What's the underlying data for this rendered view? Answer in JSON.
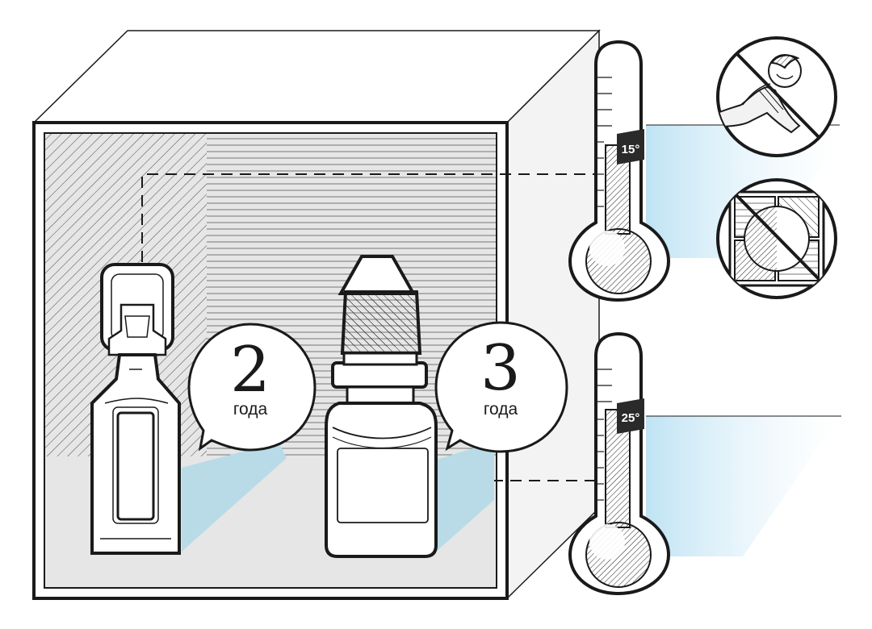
{
  "labels": {
    "ampoule_years": "2",
    "ampoule_unit": "года",
    "bottle_years": "3",
    "bottle_unit": "года",
    "temp_low": "15°",
    "temp_high": "25°"
  },
  "icons": {
    "no_children": "no-children-icon",
    "no_light": "no-sunlight-icon"
  },
  "colors": {
    "outline": "#1a1a1a",
    "interior": "#e6e6e6",
    "shadow_blue": "#b9dbe7",
    "glow_blue": "#cbe9f6"
  }
}
